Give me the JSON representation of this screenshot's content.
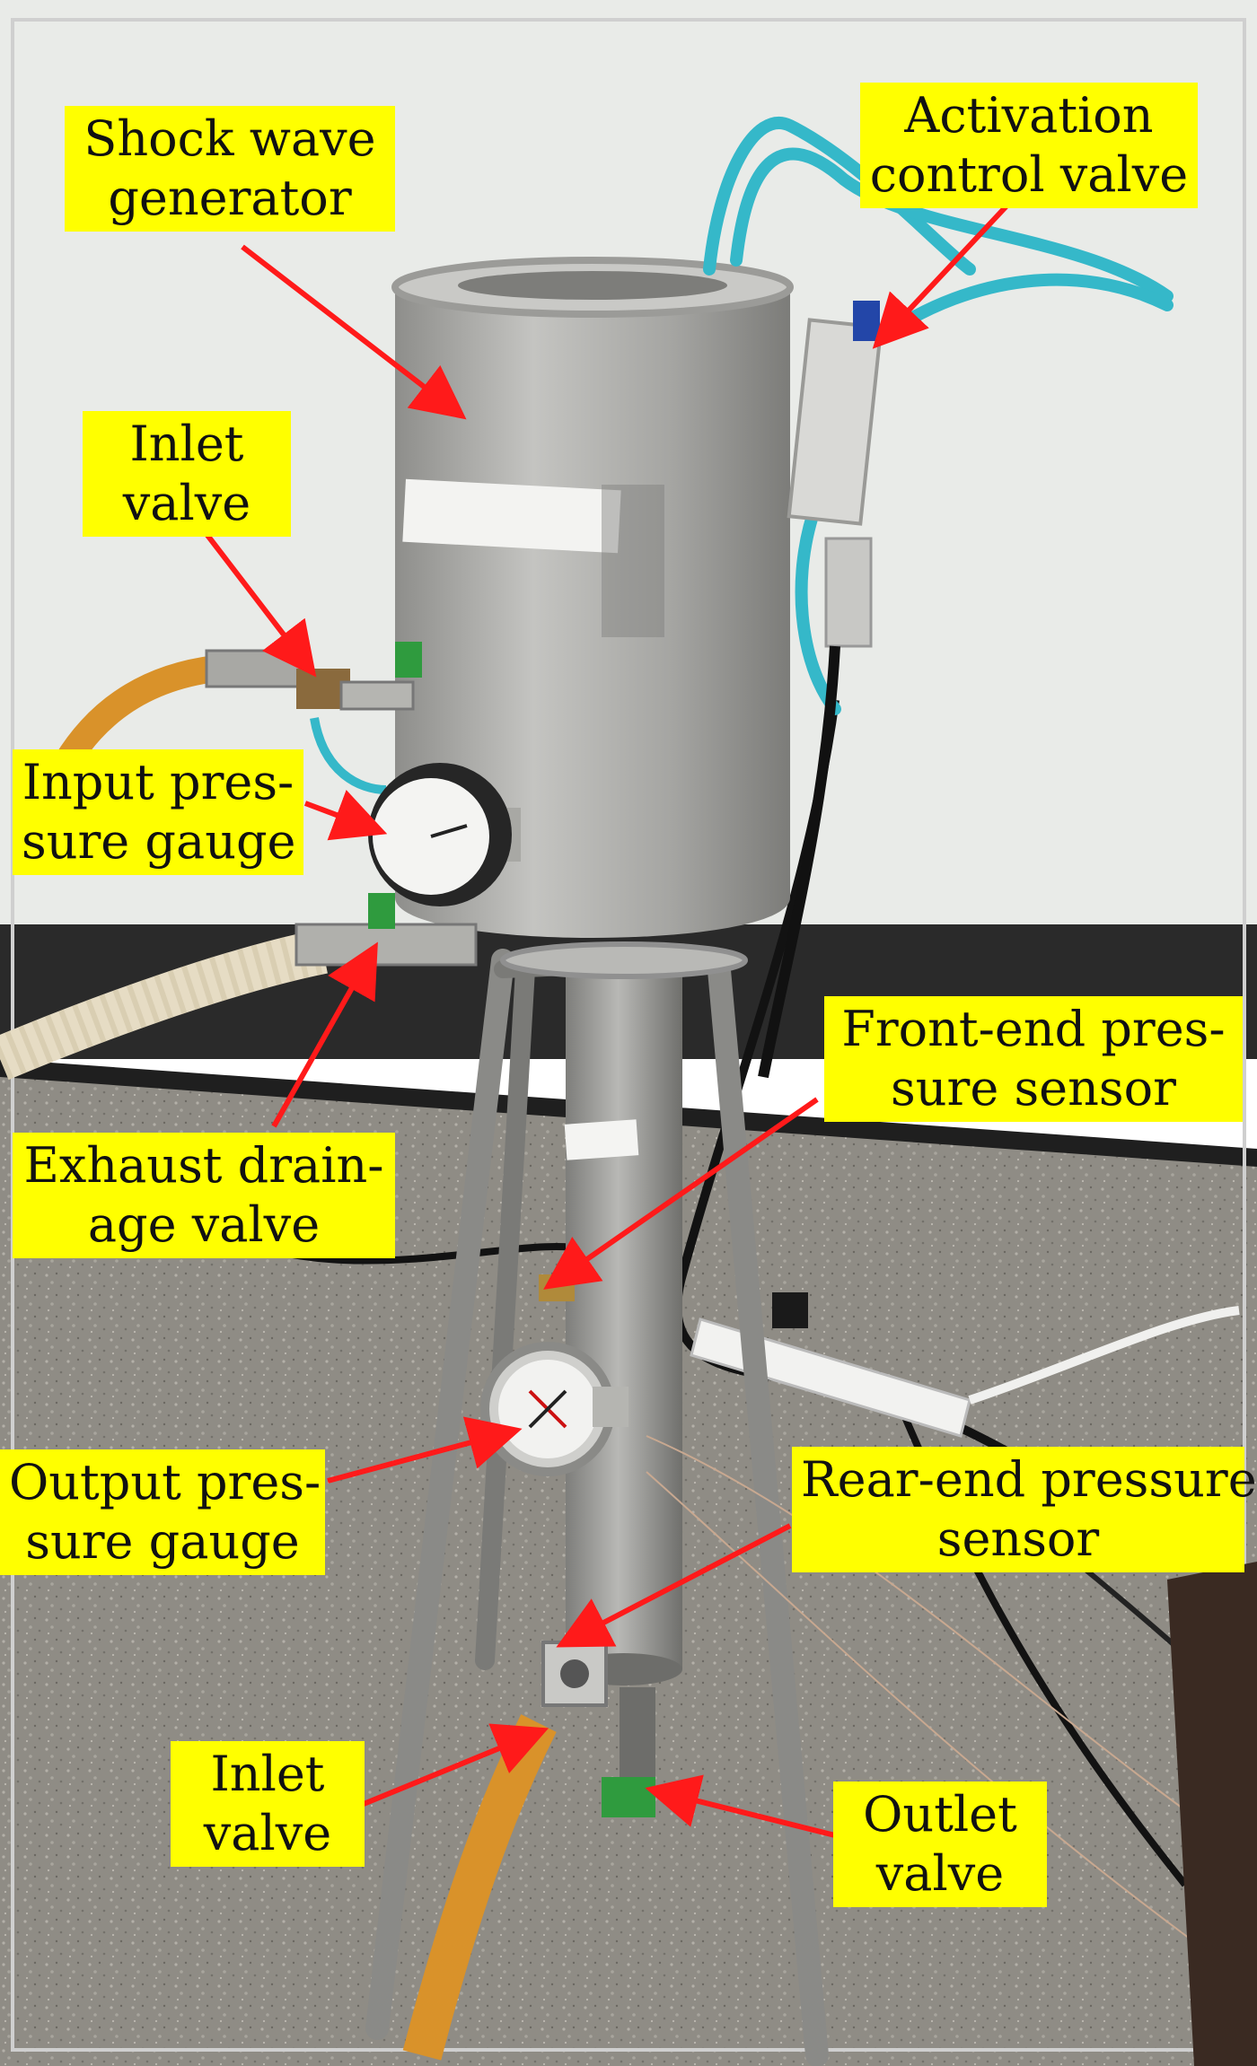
{
  "labels": {
    "shock_wave_generator": [
      "Shock wave",
      "generator"
    ],
    "activation_control_valve": [
      "Activation",
      "control valve"
    ],
    "inlet_valve_top": [
      "Inlet",
      "valve"
    ],
    "input_pressure_gauge": [
      "Input pres-",
      "sure gauge"
    ],
    "exhaust_drainage_valve": [
      "Exhaust drain-",
      "age valve"
    ],
    "front_end_pressure_sensor": [
      "Front-end pres-",
      "sure sensor"
    ],
    "output_pressure_gauge": [
      "Output pres-",
      "sure gauge"
    ],
    "rear_end_pressure_sensor": [
      "Rear-end pressure",
      "sensor"
    ],
    "inlet_valve_bottom": [
      "Inlet",
      "valve"
    ],
    "outlet_valve": [
      "Outlet",
      "valve"
    ]
  },
  "colors": {
    "label_bg": "#ffff00",
    "arrow": "#ff1a1a",
    "wall": "#e9ebe8",
    "floor": "#8f8c85",
    "steel": "#a9a9a6",
    "hose_orange": "#d9922a",
    "tube_cyan": "#35b8c9"
  }
}
